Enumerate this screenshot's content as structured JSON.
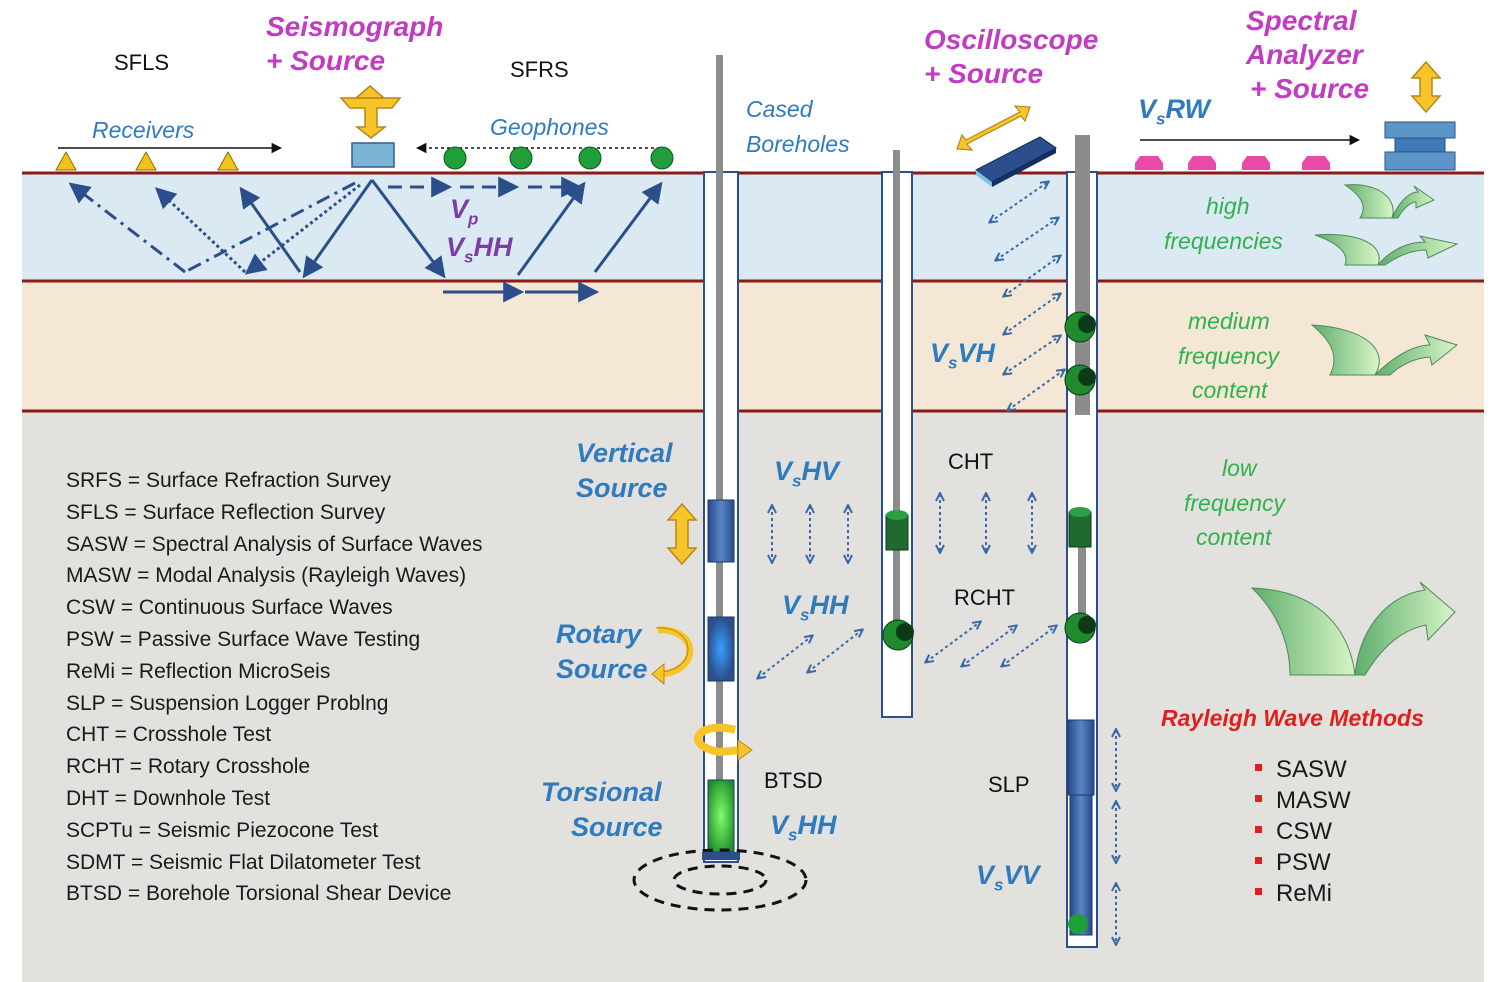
{
  "labels": {
    "sfls": "SFLS",
    "seismograph": [
      "Seismograph",
      "+ Source"
    ],
    "sfrs": "SFRS",
    "receivers": "Receivers",
    "geophones": "Geophones",
    "cased_boreholes": [
      "Cased",
      "Boreholes"
    ],
    "oscilloscope": [
      "Oscilloscope",
      "+ Source"
    ],
    "spectral_analyzer": [
      "Spectral",
      "Analyzer",
      "+ Source"
    ],
    "vs_rw": {
      "v": "V",
      "s": "s",
      "rest": "RW"
    },
    "vp": {
      "v": "V",
      "s": "p"
    },
    "vs_hh_top": {
      "v": "V",
      "s": "s",
      "rest": "HH"
    },
    "vs_vh": {
      "v": "V",
      "s": "s",
      "rest": "VH"
    },
    "vs_hv": {
      "v": "V",
      "s": "s",
      "rest": "HV"
    },
    "vs_hh_mid": {
      "v": "V",
      "s": "s",
      "rest": "HH"
    },
    "vs_hh_bottom": {
      "v": "V",
      "s": "s",
      "rest": "HH"
    },
    "vs_vv": {
      "v": "V",
      "s": "s",
      "rest": "VV"
    },
    "vertical_source": [
      "Vertical",
      "Source"
    ],
    "rotary_source": [
      "Rotary",
      "Source"
    ],
    "torsional_source": [
      "Torsional",
      "Source"
    ],
    "btsd": "BTSD",
    "cht": "CHT",
    "rcht": "RCHT",
    "slp": "SLP",
    "high_freq": [
      "high",
      "frequencies"
    ],
    "medium_freq": [
      "medium",
      "frequency",
      "content"
    ],
    "low_freq": [
      "low",
      "frequency",
      "content"
    ]
  },
  "legend": [
    "SRFS = Surface Refraction Survey",
    "SFLS = Surface Reflection Survey",
    "SASW = Spectral Analysis of Surface Waves",
    "MASW = Modal Analysis (Rayleigh Waves)",
    "CSW = Continuous Surface Waves",
    "PSW = Passive Surface Wave Testing",
    "ReMi =  Reflection MicroSeis",
    "SLP = Suspension Logger Problng",
    "CHT = Crosshole  Test",
    "RCHT = Rotary Crosshole",
    "DHT = Downhole Test",
    "SCPTu = Seismic Piezocone Test",
    "SDMT = Seismic Flat Dilatometer Test",
    "BTSD = Borehole Torsional Shear Device"
  ],
  "rayleigh": {
    "title": "Rayleigh Wave Methods",
    "items": [
      "SASW",
      "MASW",
      "CSW",
      "PSW",
      "ReMi"
    ]
  },
  "colors": {
    "layer1": "#dbe9f3",
    "layer2": "#f4e7d6",
    "layer3": "#e3e1de",
    "boundary": "#8b1a1a",
    "arrow": "#2b4f8a",
    "geophone": "#1f9e3a",
    "receiver": "#f2c31b",
    "source_box": "#7cb4d8",
    "yellow_arrow": "#f7c52a"
  }
}
